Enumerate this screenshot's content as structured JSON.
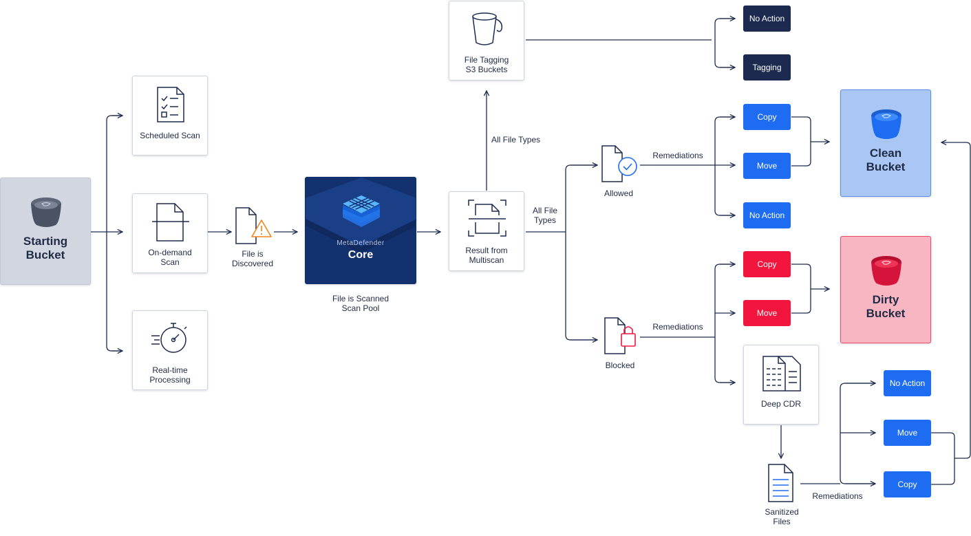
{
  "nodes": {
    "starting_bucket": "Starting\nBucket",
    "scheduled_scan": "Scheduled Scan",
    "on_demand_scan": "On-demand\nScan",
    "realtime_processing": "Real-time\nProcessing",
    "file_discovered": "File is\nDiscovered",
    "core_brand": "MetaDefender",
    "core_title": "Core",
    "file_scanned": "File is Scanned\nScan Pool",
    "result_multiscan": "Result from\nMultiscan",
    "file_tagging": "File Tagging\nS3 Buckets",
    "allowed": "Allowed",
    "blocked": "Blocked",
    "clean_bucket": "Clean\nBucket",
    "dirty_bucket": "Dirty\nBucket",
    "deep_cdr": "Deep CDR",
    "sanitized_files": "Sanitized\nFiles"
  },
  "edge_labels": {
    "all_file_types_up": "All File Types",
    "all_file_types_right": "All File\nTypes",
    "remediations_allowed": "Remediations",
    "remediations_blocked": "Remediations",
    "remediations_sanitized": "Remediations"
  },
  "actions": {
    "tag_no_action": "No Action",
    "tag_tagging": "Tagging",
    "allowed_copy": "Copy",
    "allowed_move": "Move",
    "allowed_no_action": "No Action",
    "blocked_copy": "Copy",
    "blocked_move": "Move",
    "sanitized_no_action": "No Action",
    "sanitized_move": "Move",
    "sanitized_copy": "Copy"
  },
  "colors": {
    "navy": "#1b2a4e",
    "blue": "#1d6cf2",
    "red": "#f2163f",
    "clean_fill": "#a9c6f5",
    "dirty_fill": "#f8b6c2",
    "starting_fill": "#d2d6e0",
    "line": "#1b2a4e"
  }
}
